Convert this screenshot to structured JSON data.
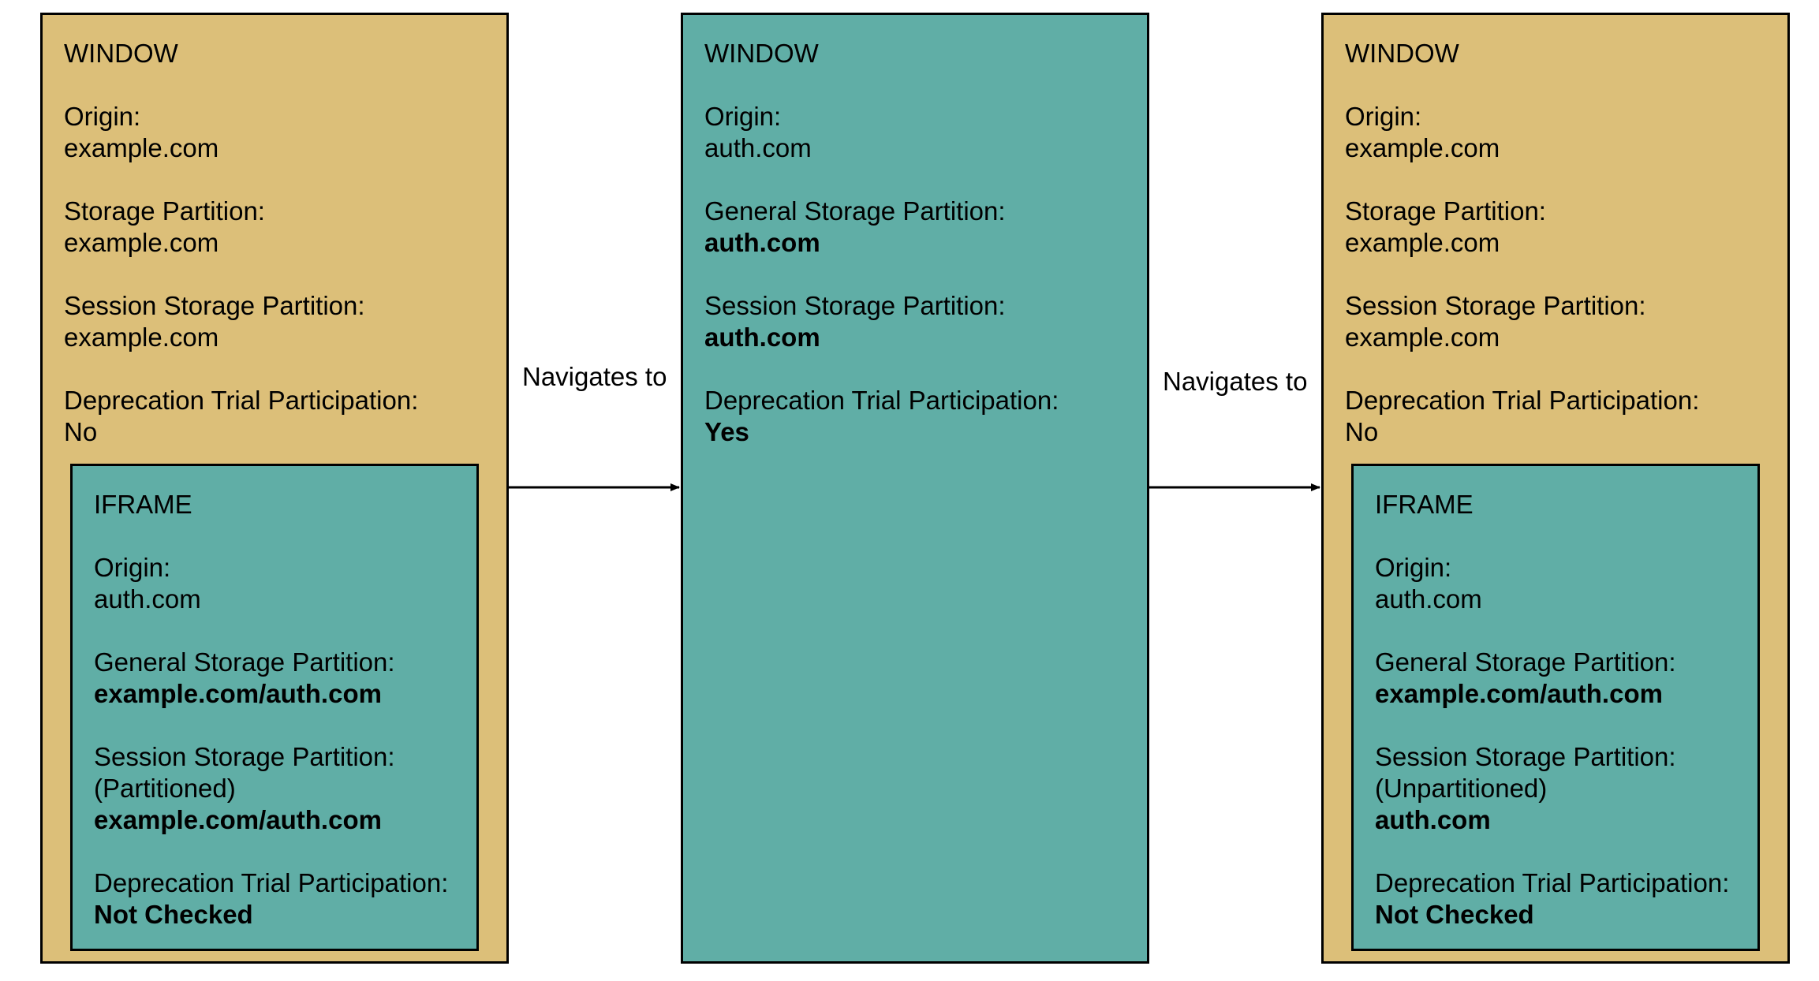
{
  "colors": {
    "gold": "#dcbf79",
    "teal": "#60aea6",
    "border": "#000000"
  },
  "panel_left": {
    "title": "WINDOW",
    "origin_label": "Origin:",
    "origin_value": "example.com",
    "storage_label": "Storage Partition:",
    "storage_value": "example.com",
    "session_label": "Session Storage Partition:",
    "session_value": "example.com",
    "trial_label": "Deprecation Trial Participation:",
    "trial_value": "No",
    "iframe": {
      "title": "IFRAME",
      "origin_label": "Origin:",
      "origin_value": "auth.com",
      "storage_label": "General Storage Partition:",
      "storage_value": "example.com/auth.com",
      "session_label": "Session Storage Partition:",
      "session_note": "(Partitioned)",
      "session_value": "example.com/auth.com",
      "trial_label": "Deprecation Trial Participation:",
      "trial_value": "Not Checked"
    }
  },
  "panel_middle": {
    "title": "WINDOW",
    "origin_label": "Origin:",
    "origin_value": "auth.com",
    "storage_label": "General Storage Partition:",
    "storage_value": "auth.com",
    "session_label": "Session Storage Partition:",
    "session_value": "auth.com",
    "trial_label": "Deprecation Trial Participation:",
    "trial_value": "Yes"
  },
  "panel_right": {
    "title": "WINDOW",
    "origin_label": "Origin:",
    "origin_value": "example.com",
    "storage_label": "Storage Partition:",
    "storage_value": "example.com",
    "session_label": "Session Storage Partition:",
    "session_value": "example.com",
    "trial_label": "Deprecation Trial Participation:",
    "trial_value": "No",
    "iframe": {
      "title": "IFRAME",
      "origin_label": "Origin:",
      "origin_value": "auth.com",
      "storage_label": "General Storage Partition:",
      "storage_value": "example.com/auth.com",
      "session_label": "Session Storage Partition:",
      "session_note": "(Unpartitioned)",
      "session_value": "auth.com",
      "trial_label": "Deprecation Trial Participation:",
      "trial_value": "Not Checked"
    }
  },
  "arrows": {
    "first_label": "Navigates to",
    "second_label": "Navigates to"
  }
}
